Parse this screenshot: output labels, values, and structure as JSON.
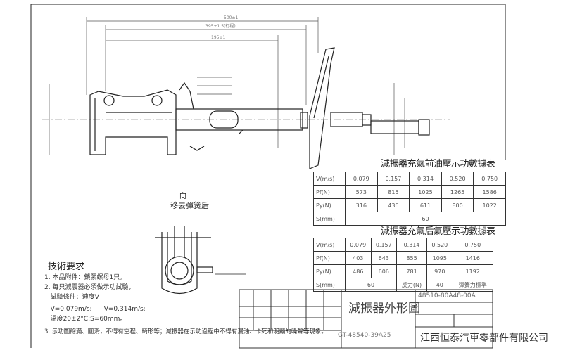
{
  "drawing": {
    "title_block": {
      "part_name": "減振器外形圖",
      "part_number_top": "48510-80A48-00A",
      "part_number_bottom": "GT-48540-39A25",
      "company": "江西恒泰汽車零部件有限公司"
    },
    "view_label": {
      "direction": "向",
      "note": "移去彈簧后"
    },
    "table_before": {
      "title": "減振器充氣前油壓示功數據表",
      "rows": [
        {
          "label": "V(m/s)",
          "values": [
            "0.079",
            "0.157",
            "0.314",
            "0.520",
            "0.750"
          ]
        },
        {
          "label": "Pf(N)",
          "values": [
            "573",
            "815",
            "1025",
            "1265",
            "1586"
          ]
        },
        {
          "label": "Py(N)",
          "values": [
            "316",
            "436",
            "611",
            "800",
            "1022"
          ]
        },
        {
          "label": "S(mm)",
          "values": [
            "60"
          ]
        }
      ]
    },
    "table_after": {
      "title": "減振器充氣后氣壓示功數據表",
      "rows": [
        {
          "label": "V(m/s)",
          "values": [
            "0.079",
            "0.157",
            "0.314",
            "0.520",
            "0.750"
          ]
        },
        {
          "label": "Pf(N)",
          "values": [
            "403",
            "643",
            "855",
            "1095",
            "1416"
          ]
        },
        {
          "label": "Py(N)",
          "values": [
            "486",
            "606",
            "781",
            "970",
            "1192"
          ]
        },
        {
          "label": "S(mm)",
          "values": [
            "60",
            "反力(N)",
            "40",
            "彈簧力",
            "標準"
          ]
        }
      ]
    },
    "requirements": {
      "title": "技術要求",
      "lines": [
        "1. 本品附件：鎖緊螺母1只。",
        "2. 每只減震器必須做示功試驗，",
        "   試驗條件：速度V",
        "   V=0.079m/s;      V=0.314m/s;",
        "   溫度20±2°C;S=60mm。",
        "3. 示功圖飽滿、圓滑，不得有空程、畸形等；減振器在示功過程中不得有漏油、卡死和明顯的噪聲等現象。"
      ]
    }
  }
}
